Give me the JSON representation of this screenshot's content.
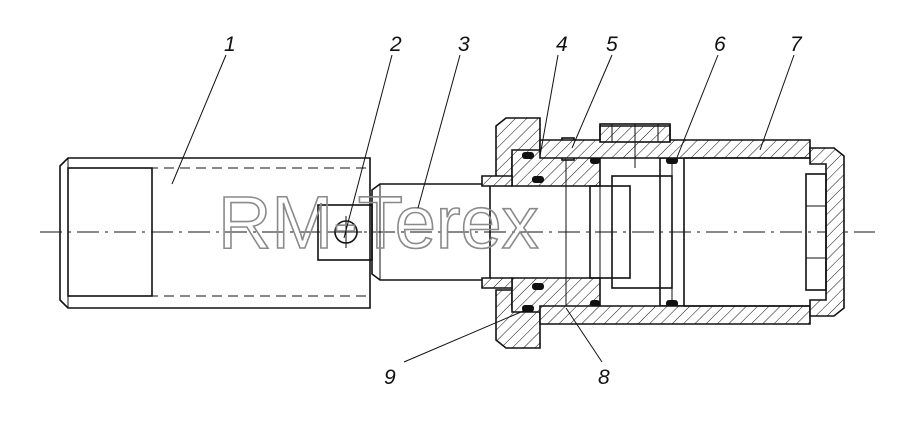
{
  "drawing": {
    "watermark": "RM-Terex",
    "callouts": [
      {
        "id": "1",
        "label": "1"
      },
      {
        "id": "2",
        "label": "2"
      },
      {
        "id": "3",
        "label": "3"
      },
      {
        "id": "4",
        "label": "4"
      },
      {
        "id": "5",
        "label": "5"
      },
      {
        "id": "6",
        "label": "6"
      },
      {
        "id": "7",
        "label": "7"
      },
      {
        "id": "8",
        "label": "8"
      },
      {
        "id": "9",
        "label": "9"
      }
    ]
  }
}
